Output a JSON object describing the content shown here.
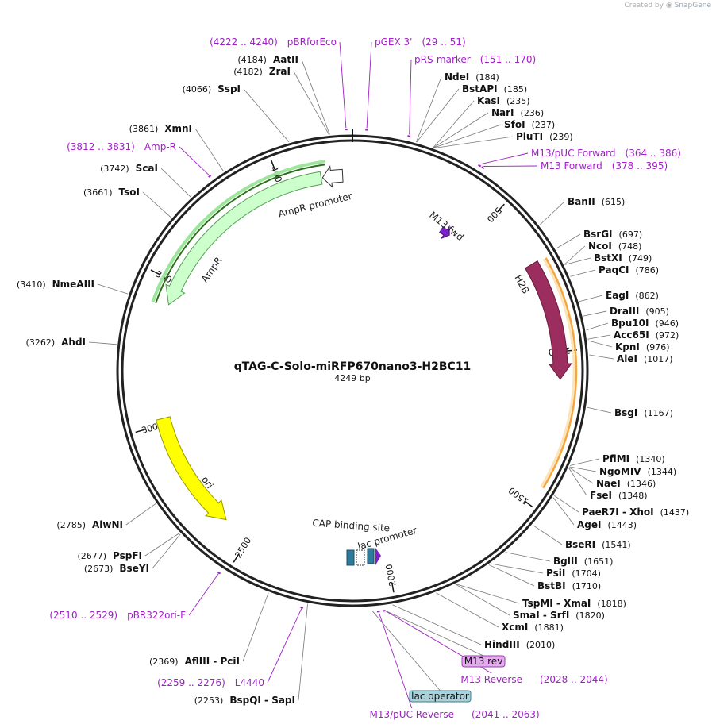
{
  "credit": {
    "prefix": "Created by",
    "brand": "SnapGene"
  },
  "plasmid": {
    "name": "qTAG-C-Solo-miRFP670nano3-H2BC11",
    "length": "4249 bp"
  },
  "colors": {
    "primer": "#a020c8",
    "ampr": "#ccffcc",
    "ampr_edge": "#55a055",
    "h2b": "#9b2d5f",
    "ori": "#ffff00",
    "m13": "#7b22c8",
    "orange": "#f4a640",
    "green": "#2f6d1e"
  },
  "ticks": [
    "500",
    "1000",
    "1500",
    "2000",
    "2500",
    "3000",
    "3500",
    "4000"
  ],
  "features": [
    {
      "name": "AmpR",
      "label": "AmpR",
      "bp": [
        3411,
        4249
      ],
      "cw": false
    },
    {
      "name": "AmpR promoter",
      "label": "AmpR promoter",
      "bp": [
        4098,
        4203
      ],
      "cw": false
    },
    {
      "name": "H2B",
      "label": "H2B",
      "bp": [
        700,
        1090
      ],
      "cw": true
    },
    {
      "name": "ori",
      "label": "ori",
      "bp": [
        2600,
        3020
      ],
      "cw": false
    },
    {
      "name": "M13 fwd",
      "label": "M13 fwd",
      "bp": [
        378,
        395
      ],
      "cw": true
    },
    {
      "name": "CAP binding site",
      "label": "CAP binding site"
    },
    {
      "name": "lac promoter",
      "label": "lac promoter"
    }
  ],
  "enzymes": [
    {
      "name": "AatII",
      "pos": "(4184)",
      "bp": 4184
    },
    {
      "name": "ZraI",
      "pos": "(4182)",
      "bp": 4182
    },
    {
      "name": "SspI",
      "pos": "(4066)",
      "bp": 4066
    },
    {
      "name": "XmnI",
      "pos": "(3861)",
      "bp": 3861
    },
    {
      "name": "ScaI",
      "pos": "(3742)",
      "bp": 3742
    },
    {
      "name": "TsoI",
      "pos": "(3661)",
      "bp": 3661
    },
    {
      "name": "NmeAIII",
      "pos": "(3410)",
      "bp": 3410
    },
    {
      "name": "AhdI",
      "pos": "(3262)",
      "bp": 3262
    },
    {
      "name": "AlwNI",
      "pos": "(2785)",
      "bp": 2785
    },
    {
      "name": "PspFI",
      "pos": "(2677)",
      "bp": 2677
    },
    {
      "name": "BseYI",
      "pos": "(2673)",
      "bp": 2673
    },
    {
      "name": "AflIII  - PciI",
      "pos": "(2369)",
      "bp": 2369
    },
    {
      "name": "BspQI  - SapI",
      "pos": "(2253)",
      "bp": 2253
    },
    {
      "name": "NdeI",
      "pos": "(184)",
      "bp": 184
    },
    {
      "name": "BstAPI",
      "pos": "(185)",
      "bp": 185
    },
    {
      "name": "KasI",
      "pos": "(235)",
      "bp": 235
    },
    {
      "name": "NarI",
      "pos": "(236)",
      "bp": 236
    },
    {
      "name": "SfoI",
      "pos": "(237)",
      "bp": 237
    },
    {
      "name": "PluTI",
      "pos": "(239)",
      "bp": 239
    },
    {
      "name": "BanII",
      "pos": "(615)",
      "bp": 615
    },
    {
      "name": "BsrGI",
      "pos": "(697)",
      "bp": 697
    },
    {
      "name": "NcoI",
      "pos": "(748)",
      "bp": 748
    },
    {
      "name": "BstXI",
      "pos": "(749)",
      "bp": 749
    },
    {
      "name": "PaqCI",
      "pos": "(786)",
      "bp": 786
    },
    {
      "name": "EagI",
      "pos": "(862)",
      "bp": 862
    },
    {
      "name": "DraIII",
      "pos": "(905)",
      "bp": 905
    },
    {
      "name": "Bpu10I",
      "pos": "(946)",
      "bp": 946
    },
    {
      "name": "Acc65I",
      "pos": "(972)",
      "bp": 972
    },
    {
      "name": "KpnI",
      "pos": "(976)",
      "bp": 976
    },
    {
      "name": "AleI",
      "pos": "(1017)",
      "bp": 1017
    },
    {
      "name": "BsgI",
      "pos": "(1167)",
      "bp": 1167
    },
    {
      "name": "PflMI",
      "pos": "(1340)",
      "bp": 1340
    },
    {
      "name": "NgoMIV",
      "pos": "(1344)",
      "bp": 1344
    },
    {
      "name": "NaeI",
      "pos": "(1346)",
      "bp": 1346
    },
    {
      "name": "FseI",
      "pos": "(1348)",
      "bp": 1348
    },
    {
      "name": "PaeR7I  - XhoI",
      "pos": "(1437)",
      "bp": 1437
    },
    {
      "name": "AgeI",
      "pos": "(1443)",
      "bp": 1443
    },
    {
      "name": "BseRI",
      "pos": "(1541)",
      "bp": 1541
    },
    {
      "name": "BglII",
      "pos": "(1651)",
      "bp": 1651
    },
    {
      "name": "PsiI",
      "pos": "(1704)",
      "bp": 1704
    },
    {
      "name": "BstBI",
      "pos": "(1710)",
      "bp": 1710
    },
    {
      "name": "TspMI  - XmaI",
      "pos": "(1818)",
      "bp": 1818
    },
    {
      "name": "SmaI  - SrfI",
      "pos": "(1820)",
      "bp": 1820
    },
    {
      "name": "XcmI",
      "pos": "(1881)",
      "bp": 1881
    },
    {
      "name": "HindIII",
      "pos": "(2010)",
      "bp": 2010
    }
  ],
  "primers": [
    {
      "name": "pBRforEco",
      "range": "(4222 .. 4240)",
      "bp": 4231
    },
    {
      "name": "pGEX 3'",
      "range": "(29 .. 51)",
      "bp": 40
    },
    {
      "name": "pRS-marker",
      "range": "(151 .. 170)",
      "bp": 160
    },
    {
      "name": "Amp-R",
      "range": "(3812 .. 3831)",
      "bp": 3821
    },
    {
      "name": "M13/pUC Forward",
      "range": "(364 .. 386)",
      "bp": 375
    },
    {
      "name": "M13 Forward",
      "range": "(378 .. 395)",
      "bp": 386
    },
    {
      "name": "pBR322ori-F",
      "range": "(2510 .. 2529)",
      "bp": 2519
    },
    {
      "name": "L4440",
      "range": "(2259 .. 2276)",
      "bp": 2267
    },
    {
      "name": "M13 Reverse",
      "range": "(2028 .. 2044)",
      "bp": 2036
    },
    {
      "name": "M13/pUC Reverse",
      "range": "(2041 .. 2063)",
      "bp": 2052
    }
  ],
  "boxes": [
    {
      "name": "M13 rev",
      "bp": 2036
    },
    {
      "name": "lac operator",
      "bp": 2068
    }
  ]
}
